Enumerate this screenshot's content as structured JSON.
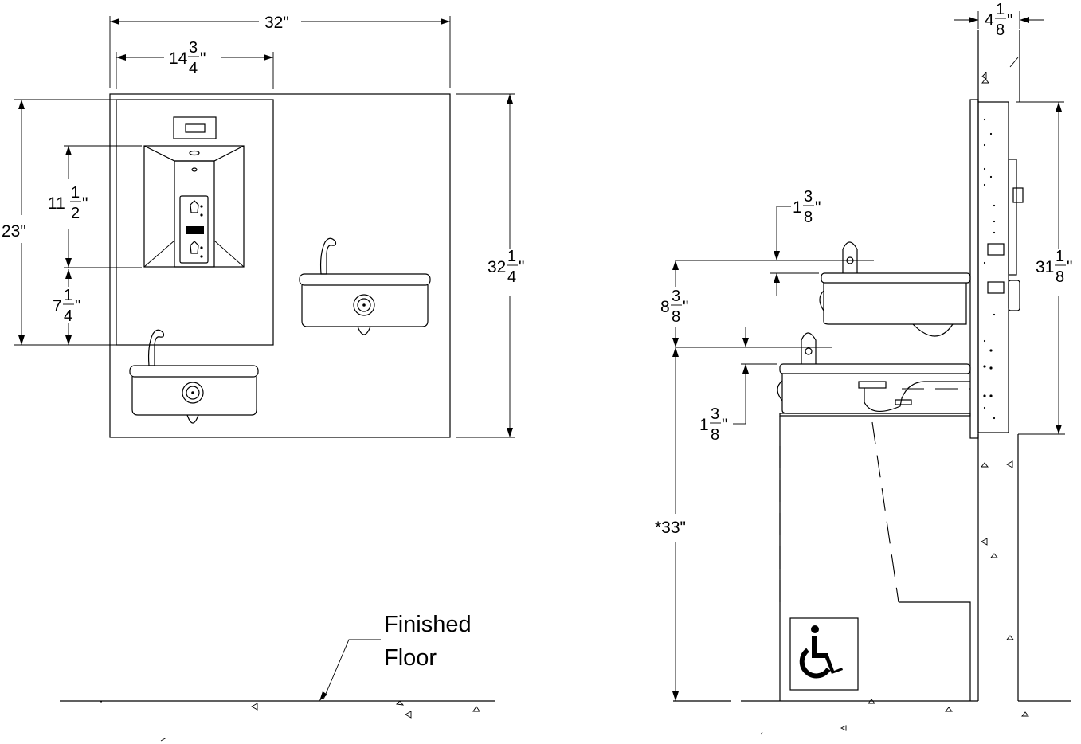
{
  "front_view": {
    "dims": {
      "overall_width": "32\"",
      "upper_width": {
        "whole": "14",
        "num": "3",
        "den": "4",
        "unit": "\""
      },
      "panel_height": "23\"",
      "filler_height": {
        "whole": "11",
        "num": "1",
        "den": "2",
        "unit": "\""
      },
      "filler_bottom": {
        "whole": "7",
        "num": "1",
        "den": "4",
        "unit": "\""
      },
      "overall_height": {
        "whole": "32",
        "num": "1",
        "den": "4",
        "unit": "\""
      }
    },
    "floor_label_line1": "Finished",
    "floor_label_line2": "Floor"
  },
  "side_view": {
    "dims": {
      "depth_top": {
        "whole": "4",
        "num": "1",
        "den": "8",
        "unit": "\""
      },
      "upper_spout": {
        "whole": "1",
        "num": "3",
        "den": "8",
        "unit": "\""
      },
      "height_diff": {
        "whole": "8",
        "num": "3",
        "den": "8",
        "unit": "\""
      },
      "lower_spout": {
        "whole": "1",
        "num": "3",
        "den": "8",
        "unit": "\""
      },
      "frame_height": {
        "whole": "31",
        "num": "1",
        "den": "8",
        "unit": "\""
      },
      "ada_height": "*33\""
    }
  },
  "icons": [
    "wheelchair-accessibility-icon",
    "bottle-icon",
    "sensor-icon"
  ]
}
